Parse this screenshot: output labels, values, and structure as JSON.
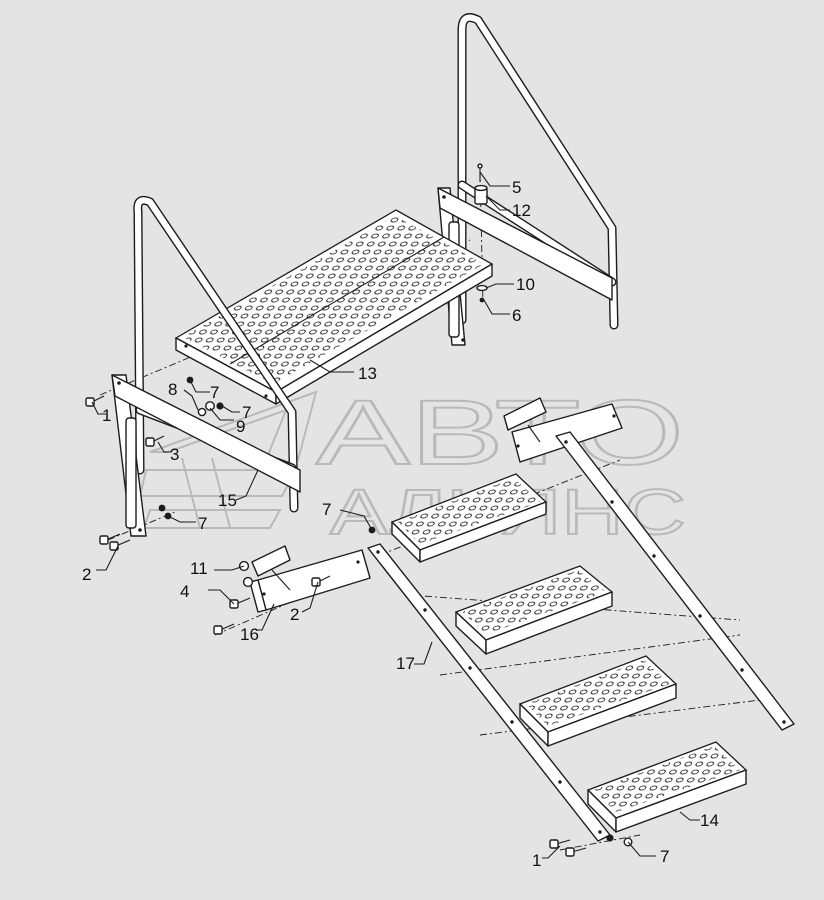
{
  "watermark": {
    "line1": "АВТО",
    "line2": "АЛЬЯНС"
  },
  "callouts": [
    {
      "id": "c1a",
      "label": "1"
    },
    {
      "id": "c1b",
      "label": "1"
    },
    {
      "id": "c2a",
      "label": "2"
    },
    {
      "id": "c2b",
      "label": "2"
    },
    {
      "id": "c3",
      "label": "3"
    },
    {
      "id": "c4",
      "label": "4"
    },
    {
      "id": "c5",
      "label": "5"
    },
    {
      "id": "c6",
      "label": "6"
    },
    {
      "id": "c7a",
      "label": "7"
    },
    {
      "id": "c7b",
      "label": "7"
    },
    {
      "id": "c7c",
      "label": "7"
    },
    {
      "id": "c7d",
      "label": "7"
    },
    {
      "id": "c7e",
      "label": "7"
    },
    {
      "id": "c8",
      "label": "8"
    },
    {
      "id": "c9",
      "label": "9"
    },
    {
      "id": "c10",
      "label": "10"
    },
    {
      "id": "c11",
      "label": "11"
    },
    {
      "id": "c12",
      "label": "12"
    },
    {
      "id": "c13",
      "label": "13"
    },
    {
      "id": "c14",
      "label": "14"
    },
    {
      "id": "c15",
      "label": "15"
    },
    {
      "id": "c16",
      "label": "16"
    },
    {
      "id": "c17",
      "label": "17"
    }
  ]
}
